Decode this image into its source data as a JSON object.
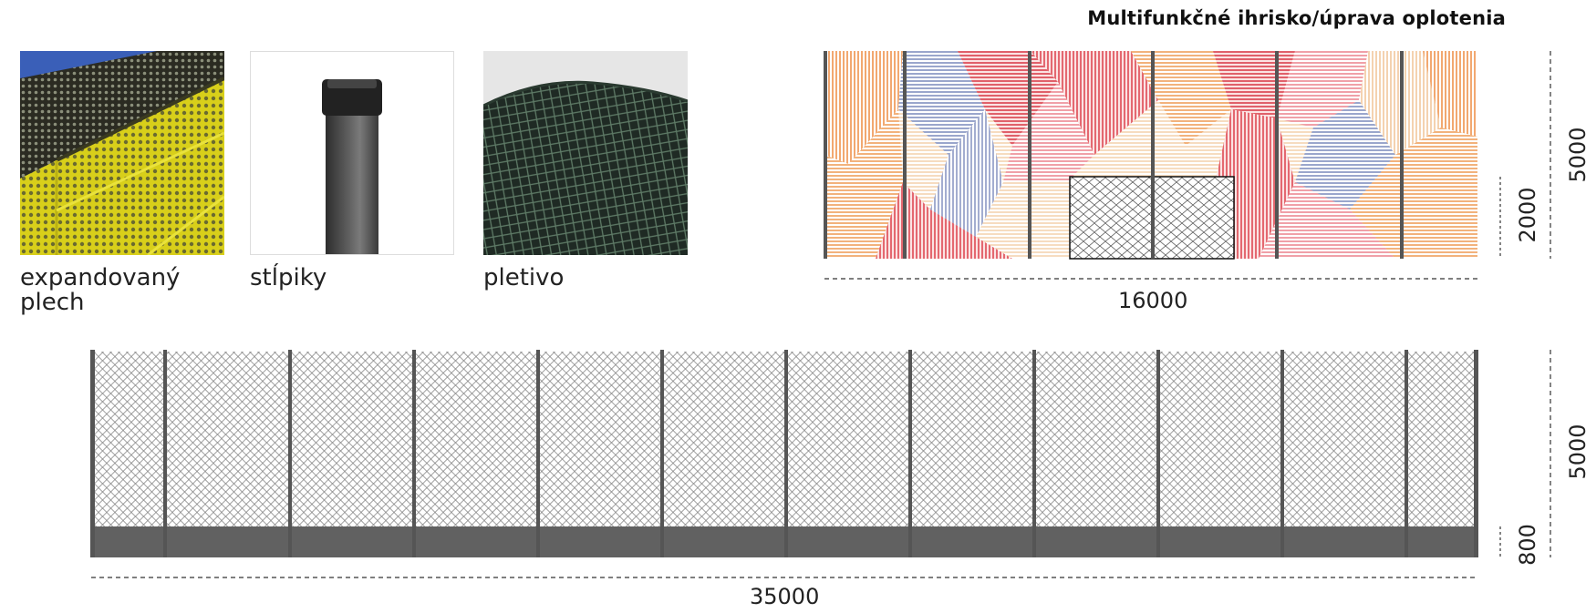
{
  "title": "Multifunkčné ihrisko/úprava oplotenia",
  "materials": [
    {
      "caption_line1": "expandovaný",
      "caption_line2": "plech",
      "icon": "perforated-yellow-sheet"
    },
    {
      "caption_line1": "stĺpiky",
      "caption_line2": "",
      "icon": "square-post"
    },
    {
      "caption_line1": "pletivo",
      "caption_line2": "",
      "icon": "wire-mesh-roll"
    }
  ],
  "upper_elevation": {
    "width_label": "16000",
    "height_label": "5000",
    "gate_height_label": "2000"
  },
  "lower_elevation": {
    "width_label": "35000",
    "height_label": "5000",
    "base_height_label": "800"
  },
  "colors": {
    "post": "#555555",
    "base": "#616161",
    "mesh": "#8a8a8a",
    "panel_peach": "#f2b27c",
    "panel_red": "#e0606a",
    "panel_pink": "#f0a0a8",
    "panel_blue": "#9aa6cc",
    "panel_cream": "#f6dcc0"
  }
}
